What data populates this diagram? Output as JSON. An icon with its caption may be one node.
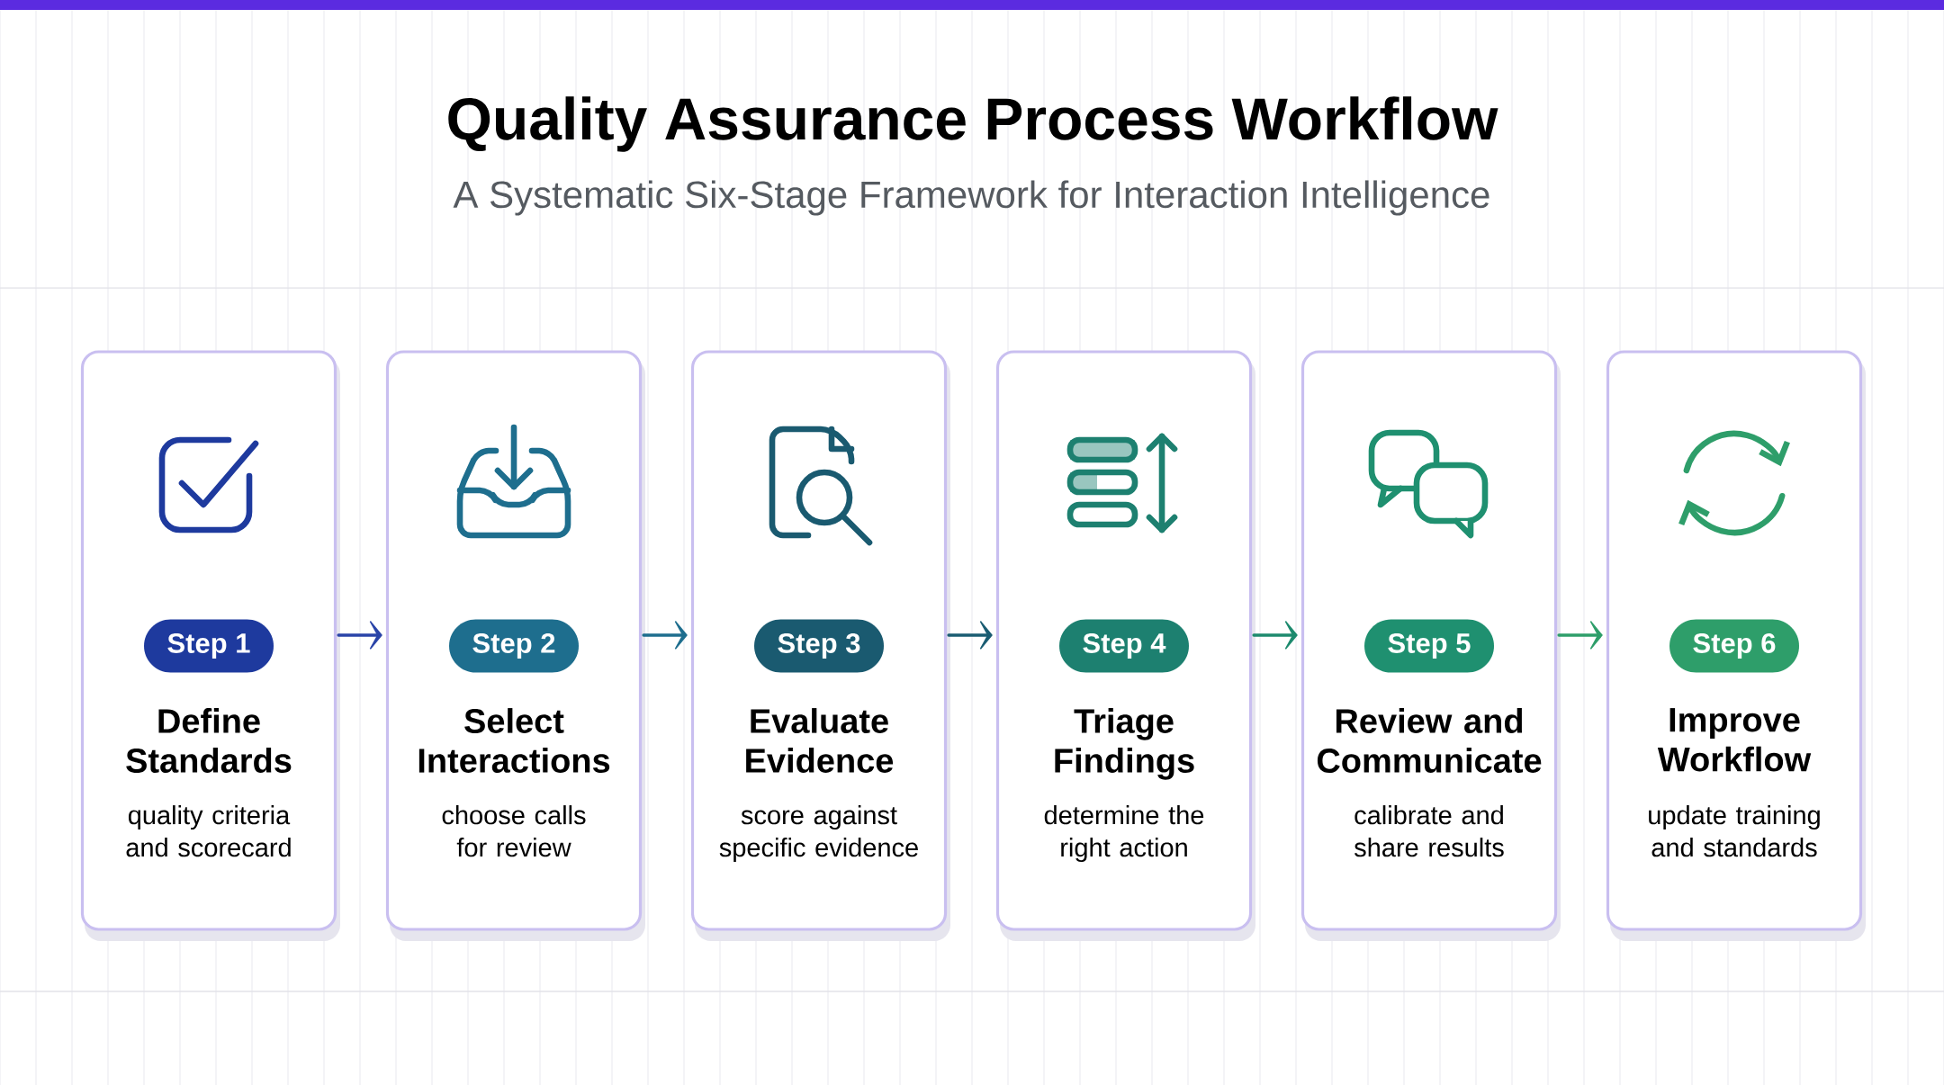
{
  "diagram": {
    "title": "Quality Assurance Process Workflow",
    "caption": "A Systematic Six-Stage Framework for Interaction Intelligence",
    "nodes": [
      {
        "text": [
          "Define Standards",
          "quality criteria and scorecard"
        ]
      },
      {
        "text": [
          "Step 1"
        ],
        "in": 0
      },
      {
        "text": [
          "Select Interactions",
          "choose calls for review"
        ]
      },
      {
        "text": [
          "Step 2"
        ],
        "in": 2
      },
      {
        "text": [
          "Evaluate Evidence",
          "score against specific evidence"
        ]
      },
      {
        "text": [
          "Step 3"
        ],
        "in": 4
      },
      {
        "text": [
          "Triage Findings",
          "determine the right action"
        ]
      },
      {
        "text": [
          "Step 4"
        ],
        "in": 6
      },
      {
        "text": [
          "Review and Communicate",
          "calibrate and share results"
        ]
      },
      {
        "text": [
          "Step 5"
        ],
        "in": 8
      },
      {
        "text": [
          "Improve Workflow",
          "update training and standards"
        ]
      },
      {
        "text": [
          "Step 6"
        ],
        "in": 10
      }
    ],
    "edges": [
      {
        "from": 0,
        "to": 2,
        "arrow": "to",
        "color": "#2a44a8"
      },
      {
        "from": 2,
        "to": 4,
        "arrow": "to",
        "color": "#1e6e8e"
      },
      {
        "from": 4,
        "to": 6,
        "arrow": "to",
        "color": "#1a5c72"
      },
      {
        "from": 6,
        "to": 8,
        "arrow": "to",
        "color": "#1d8a6e"
      },
      {
        "from": 8,
        "to": 10,
        "arrow": "to",
        "color": "#2e9e6a"
      }
    ]
  }
}
